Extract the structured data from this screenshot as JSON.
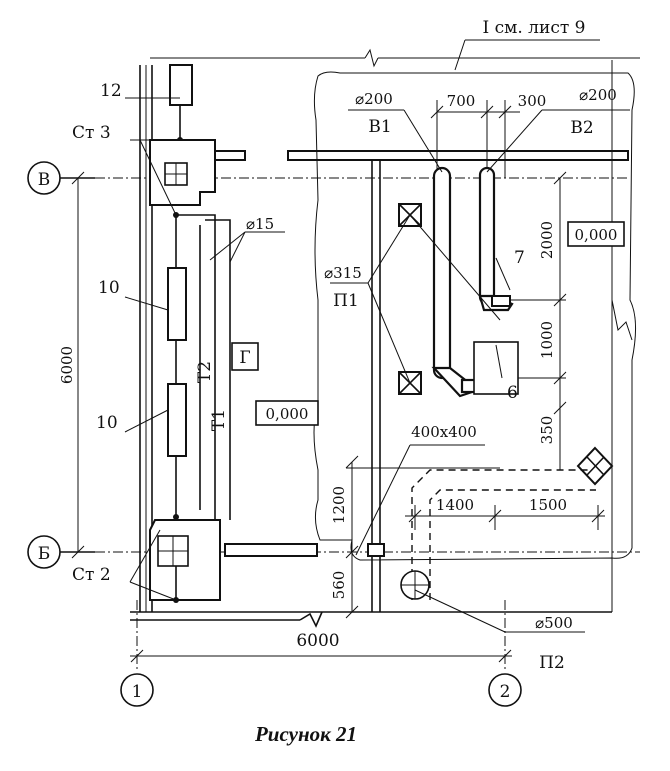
{
  "figure": {
    "caption": "Рисунок 21",
    "sheet_reference": "I см. лист 9",
    "axes": {
      "row_top": "В",
      "row_bottom": "Б",
      "col_left": "1",
      "col_right": "2"
    },
    "room_label": "Г",
    "elevation_left": "0,000",
    "elevation_right": "0,000",
    "risers": {
      "st3": "Ст 3",
      "st2": "Ст 2"
    },
    "item_numbers": {
      "n12": "12",
      "n10_upper": "10",
      "n10_lower": "10",
      "n7": "7",
      "n6": "6"
    },
    "pipes": {
      "t1": "T1",
      "t2": "T2",
      "d15": "⌀15"
    },
    "ducts": {
      "v1_diameter": "⌀200",
      "v1_label": "B1",
      "v2_diameter": "⌀200",
      "v2_label": "B2",
      "p1_diameter": "⌀315",
      "p1_label": "П1",
      "p2_diameter": "⌀500",
      "p2_label": "П2",
      "grille": "400x400"
    },
    "dimensions": {
      "d700": "700",
      "d300": "300",
      "d2000": "2000",
      "d1000": "1000",
      "d350": "350",
      "d1400": "1400",
      "d1500": "1500",
      "d1200": "1200",
      "d560": "560",
      "d6000_vertical": "6000",
      "d6000_horizontal": "6000"
    }
  }
}
